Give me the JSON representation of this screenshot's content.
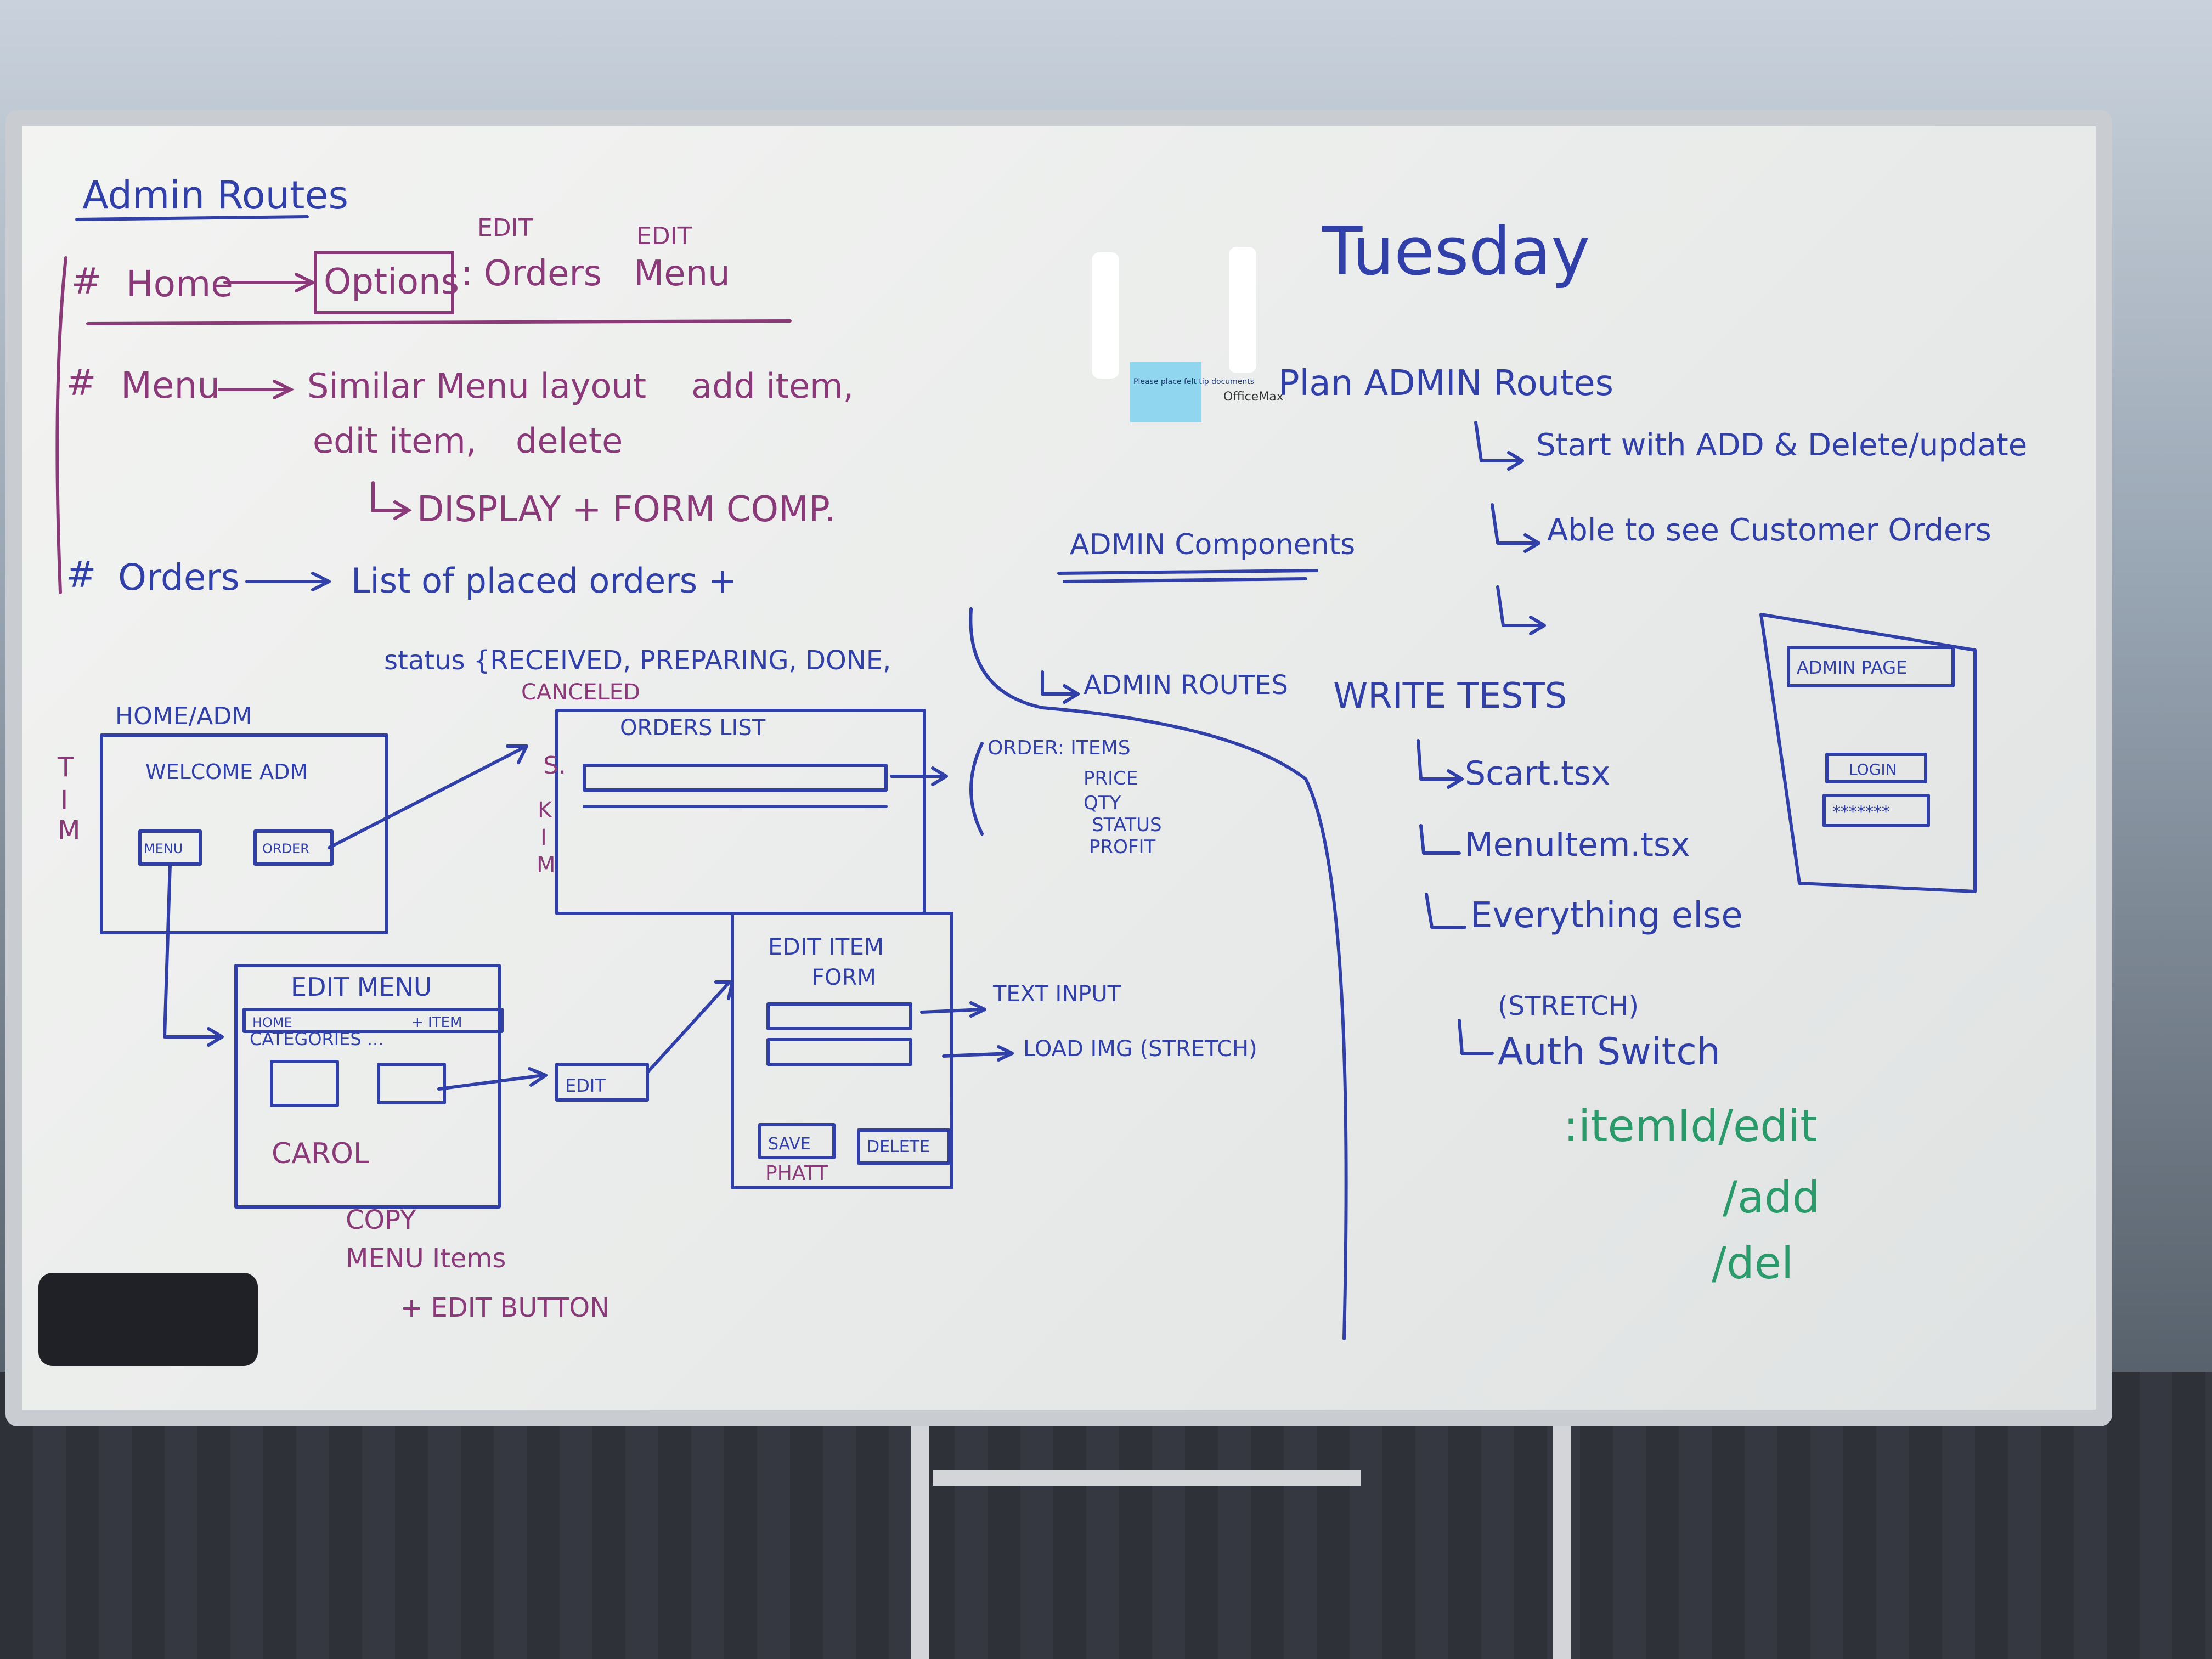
{
  "admin_routes": {
    "title": "Admin Routes",
    "home_line": {
      "bullet": "#",
      "home": "Home",
      "options": "Options",
      "edit1": "EDIT",
      "orders": ": Orders",
      "edit2": "EDIT",
      "menu": "Menu"
    },
    "menu_line": {
      "bullet": "#",
      "menu": "Menu",
      "text1": "Similar Menu layout",
      "add": "add item,",
      "edit": "edit item,",
      "delete": "delete",
      "display": "DISPLAY + FORM COMP."
    },
    "orders_line": {
      "bullet": "#",
      "orders": "Orders",
      "text": "List of placed orders +",
      "status": "status {RECEIVED, PREPARING, DONE,",
      "canceled": "CANCELED"
    }
  },
  "wireframes": {
    "home_adm": {
      "label": "HOME/ADM",
      "welcome": "WELCOME ADM",
      "btn_menu": "MENU",
      "btn_order": "ORDER",
      "side": [
        "T",
        "I",
        "M"
      ]
    },
    "orders_list": {
      "label": "ORDERS LIST",
      "side": [
        "S.",
        "K",
        "I",
        "M"
      ],
      "fields": [
        "ORDER: ITEMS",
        "PRICE",
        "QTY",
        "STATUS",
        "PROFIT"
      ]
    },
    "edit_menu": {
      "title": "EDIT MENU",
      "home": "HOME",
      "add_item": "+ ITEM",
      "categories": "CATEGORIES ...",
      "owner": "CAROL",
      "edit_btn": "EDIT"
    },
    "edit_item": {
      "title": "EDIT ITEM",
      "subtitle": "FORM",
      "text_input": "TEXT INPUT",
      "load_img": "LOAD IMG (STRETCH)",
      "save": "SAVE",
      "delete": "DELETE",
      "owner": "PHATT"
    },
    "copy_note": [
      "COPY",
      "MENU Items",
      "+ EDIT BUTTON"
    ]
  },
  "admin_components": {
    "title": "ADMIN Components",
    "item": "ADMIN ROUTES"
  },
  "tuesday": {
    "title": "Tuesday",
    "plan": "Plan ADMIN Routes",
    "plan_items": [
      "Start with ADD & Delete/update",
      "Able to see Customer Orders"
    ],
    "tests": "WRITE TESTS",
    "test_items": [
      "Scart.tsx",
      "MenuItem.tsx",
      "Everything else"
    ],
    "stretch": "(STRETCH)",
    "auth": "Auth Switch",
    "routes": [
      ":itemId/edit",
      "/add",
      "/del"
    ]
  },
  "admin_page": {
    "title": "ADMIN PAGE",
    "login": "LOGIN",
    "password": "*******"
  },
  "sticky_note": "Please place felt tip documents",
  "brand": "OfficeMax"
}
